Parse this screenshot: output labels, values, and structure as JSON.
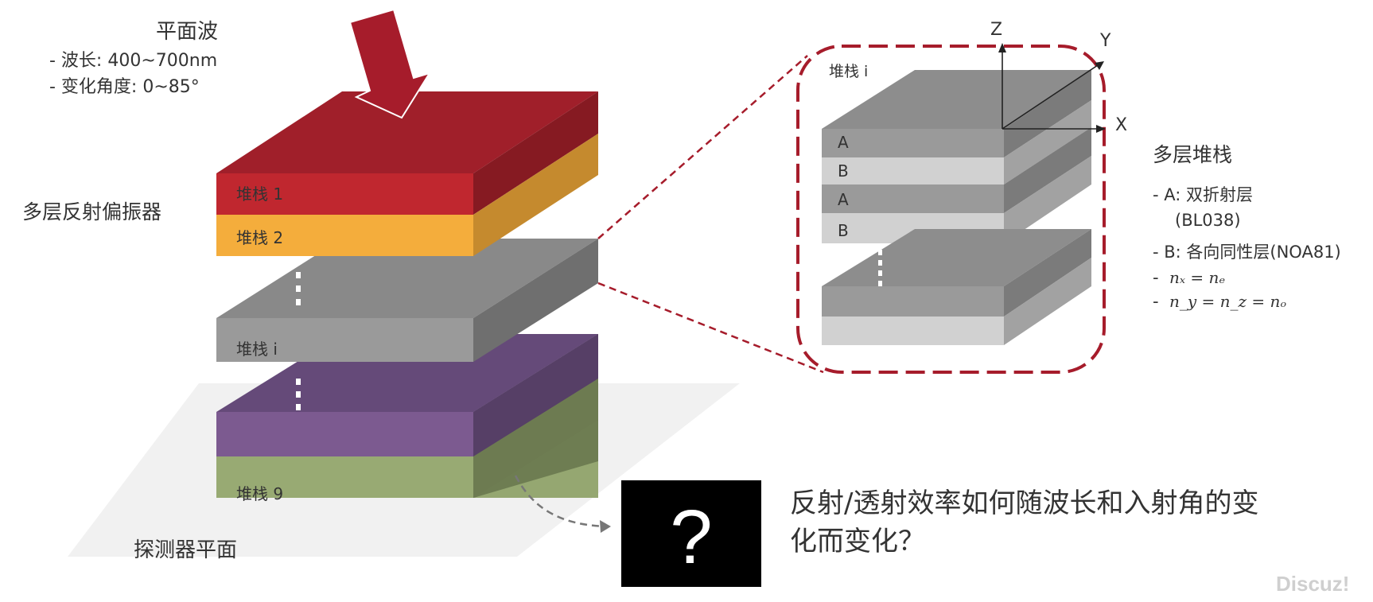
{
  "plane_wave": {
    "title": "平面波",
    "items": [
      "-   波长: 400~700nm",
      "-     变化角度: 0~85°"
    ]
  },
  "reflective_polarizer_label": "多层反射偏振器",
  "stack_labels": {
    "stack1": "堆栈 1",
    "stack2": "堆栈  2",
    "stack_i": "堆栈   i",
    "stack9": "堆栈  9"
  },
  "detector_label": "探测器平面",
  "zoom": {
    "title": "堆栈 i",
    "layer_labels": [
      "A",
      "B",
      "A",
      "B"
    ],
    "axes": {
      "z": "Z",
      "y": "Y",
      "x": "X"
    }
  },
  "legend": {
    "title": "多层堆栈",
    "a_line1": "-  A: 双折射层",
    "a_line2": "(BL038)",
    "b_line": "-  B: 各向同性层(NOA81)",
    "eq1_dash": "-",
    "eq1": "nₓ = nₑ",
    "eq2_dash": "-",
    "eq2": "n_y = n_z = nₒ"
  },
  "question": {
    "symbol": "?",
    "line1": "反射/透射效率如何随波长和入射角的变",
    "line2": "化而变化？"
  },
  "watermark": "Discuz!",
  "colors": {
    "arrow": "#a61c2b",
    "stack1": "#c0272f",
    "stack2": "#f4ad3c",
    "stack_i": "#8a8a8a",
    "purple": "#735087",
    "green": "#94a66f",
    "dashed_frame": "#a61c2b"
  }
}
